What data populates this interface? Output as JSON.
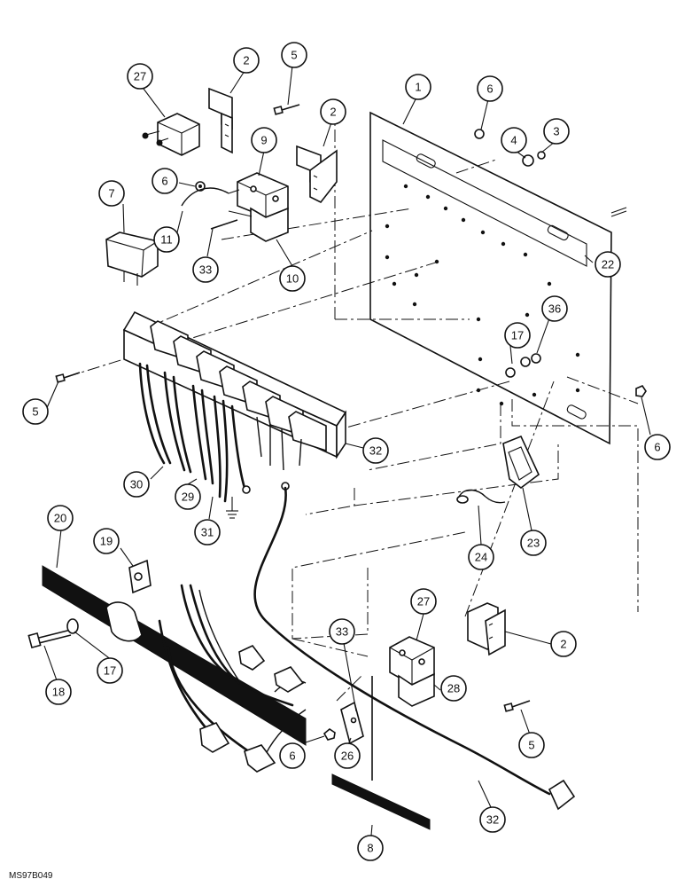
{
  "drawing_code": "MS97B049",
  "callouts": [
    {
      "id": "c1",
      "label": "1"
    },
    {
      "id": "c2a",
      "label": "2"
    },
    {
      "id": "c2b",
      "label": "2"
    },
    {
      "id": "c2c",
      "label": "2"
    },
    {
      "id": "c3",
      "label": "3"
    },
    {
      "id": "c4",
      "label": "4"
    },
    {
      "id": "c5a",
      "label": "5"
    },
    {
      "id": "c5b",
      "label": "5"
    },
    {
      "id": "c5c",
      "label": "5"
    },
    {
      "id": "c6a",
      "label": "6"
    },
    {
      "id": "c6b",
      "label": "6"
    },
    {
      "id": "c6c",
      "label": "6"
    },
    {
      "id": "c6d",
      "label": "6"
    },
    {
      "id": "c7",
      "label": "7"
    },
    {
      "id": "c8",
      "label": "8"
    },
    {
      "id": "c9",
      "label": "9"
    },
    {
      "id": "c10",
      "label": "10"
    },
    {
      "id": "c11",
      "label": "11"
    },
    {
      "id": "c17a",
      "label": "17"
    },
    {
      "id": "c17b",
      "label": "17"
    },
    {
      "id": "c18",
      "label": "18"
    },
    {
      "id": "c19",
      "label": "19"
    },
    {
      "id": "c20",
      "label": "20"
    },
    {
      "id": "c22",
      "label": "22"
    },
    {
      "id": "c23",
      "label": "23"
    },
    {
      "id": "c24",
      "label": "24"
    },
    {
      "id": "c26",
      "label": "26"
    },
    {
      "id": "c27a",
      "label": "27"
    },
    {
      "id": "c27b",
      "label": "27"
    },
    {
      "id": "c28",
      "label": "28"
    },
    {
      "id": "c29",
      "label": "29"
    },
    {
      "id": "c30",
      "label": "30"
    },
    {
      "id": "c31",
      "label": "31"
    },
    {
      "id": "c32a",
      "label": "32"
    },
    {
      "id": "c32b",
      "label": "32"
    },
    {
      "id": "c33a",
      "label": "33"
    },
    {
      "id": "c33b",
      "label": "33"
    },
    {
      "id": "c36",
      "label": "36"
    }
  ]
}
